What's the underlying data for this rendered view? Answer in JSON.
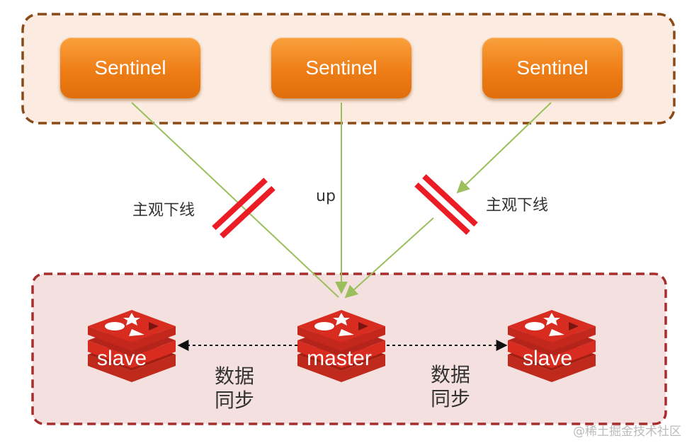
{
  "sentinels": [
    {
      "label": "Sentinel"
    },
    {
      "label": "Sentinel"
    },
    {
      "label": "Sentinel"
    }
  ],
  "links": {
    "left_label": "主观下线",
    "middle_label": "up",
    "right_label": "主观下线"
  },
  "redis_nodes": [
    {
      "label": "slave"
    },
    {
      "label": "master"
    },
    {
      "label": "slave"
    }
  ],
  "sync": {
    "left_label": "数据同步",
    "right_label": "数据同步"
  },
  "watermark": "@稀土掘金技术社区",
  "colors": {
    "sentinel_group_border": "#8a4a17",
    "sentinel_group_fill": "#fcebe0",
    "redis_group_border": "#a82d2d",
    "redis_group_fill": "#f5e0e0",
    "sentinel_box": "#ef7d16",
    "link_line": "#9bbf5c",
    "break_mark": "#ec1c24",
    "redis_red": "#d82c20"
  }
}
